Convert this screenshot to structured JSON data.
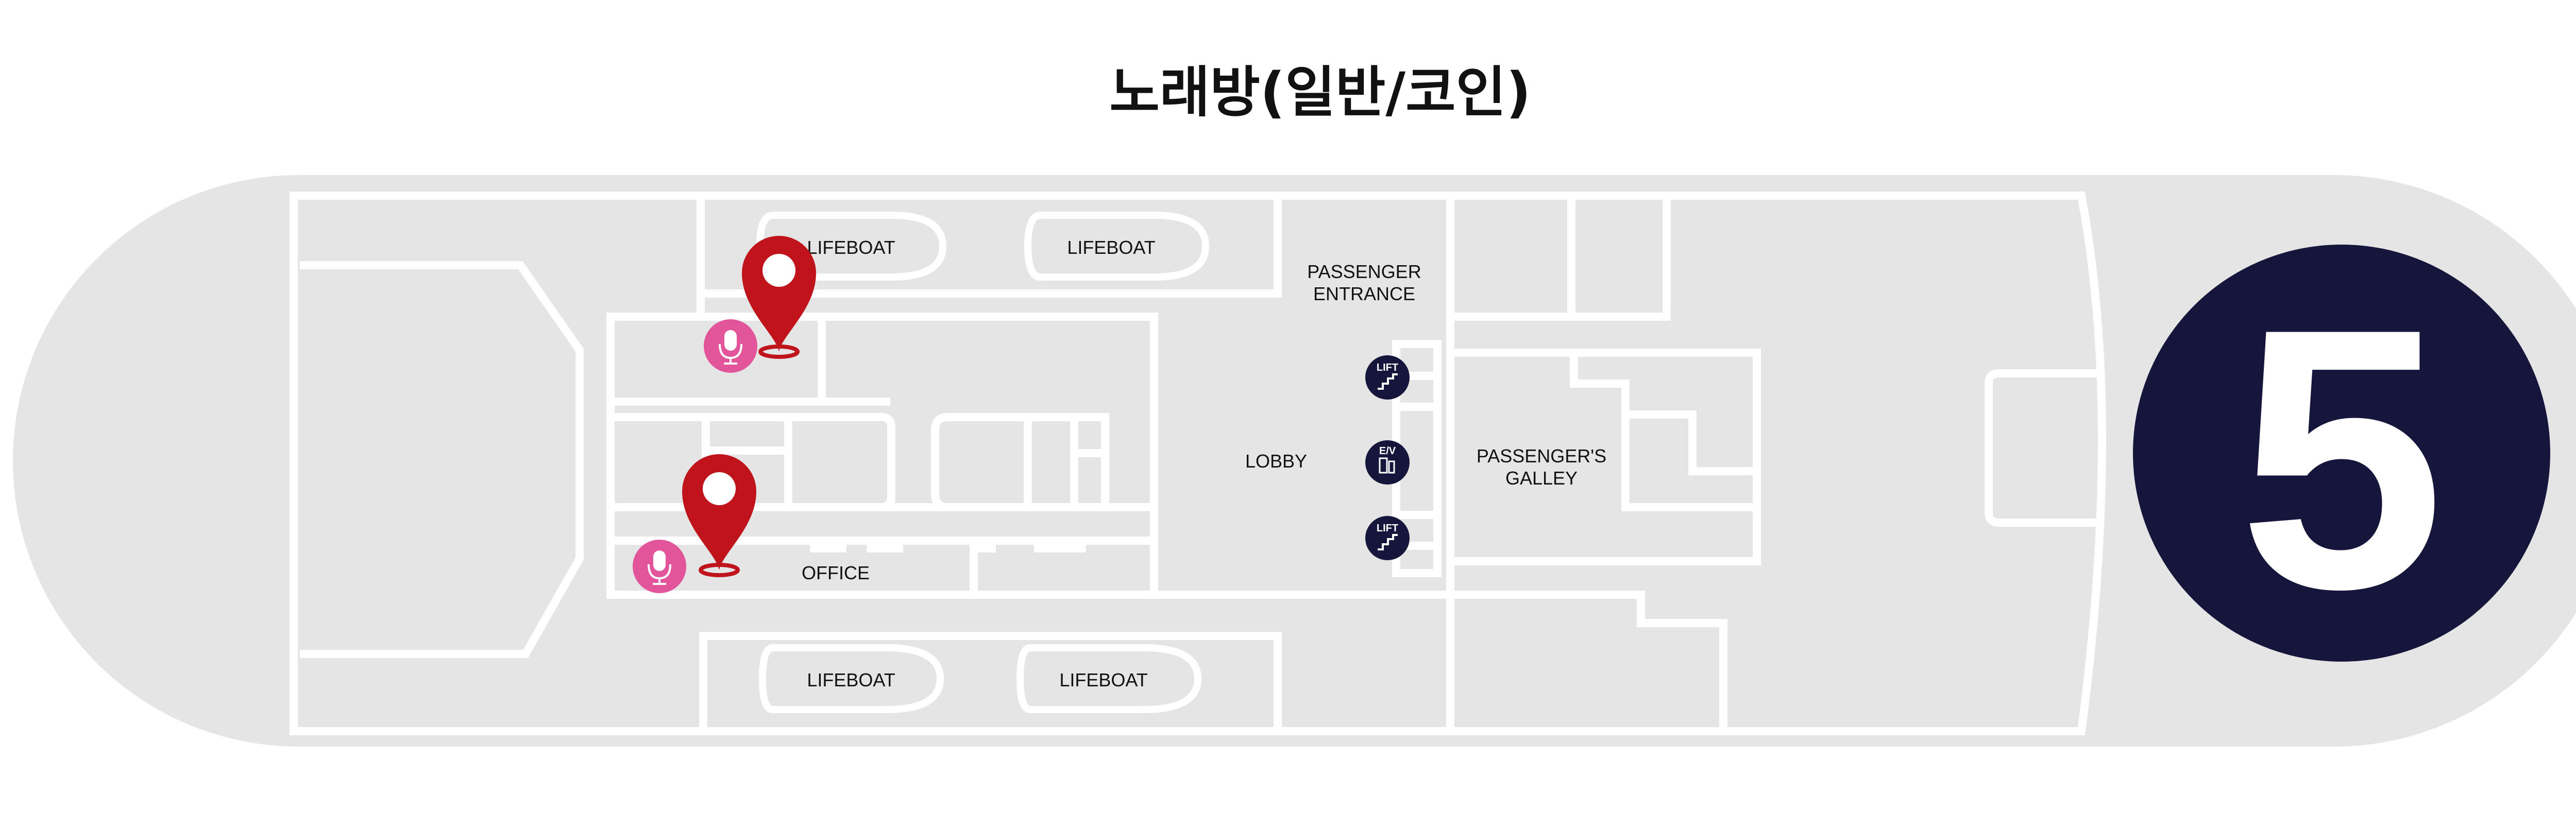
{
  "title": "노래방(일반/코인)",
  "deck_number": "5",
  "labels": {
    "lifeboat_top_left": "LIFEBOAT",
    "lifeboat_top_right": "LIFEBOAT",
    "lifeboat_bottom_left": "LIFEBOAT",
    "lifeboat_bottom_right": "LIFEBOAT",
    "passenger_entrance_line1": "PASSENGER",
    "passenger_entrance_line2": "ENTRANCE",
    "lobby": "LOBBY",
    "galley_line1": "PASSENGER'S",
    "galley_line2": "GALLEY",
    "office": "OFFICE"
  },
  "icons": {
    "lift_top": "LIFT",
    "ev": "E/V",
    "lift_bottom": "LIFT"
  },
  "colors": {
    "hull": "#e5e5e5",
    "walls": "#ffffff",
    "pin": "#c0141c",
    "karaoke": "#e2559b",
    "deck_badge": "#16163c",
    "icon_bg": "#16163c"
  }
}
